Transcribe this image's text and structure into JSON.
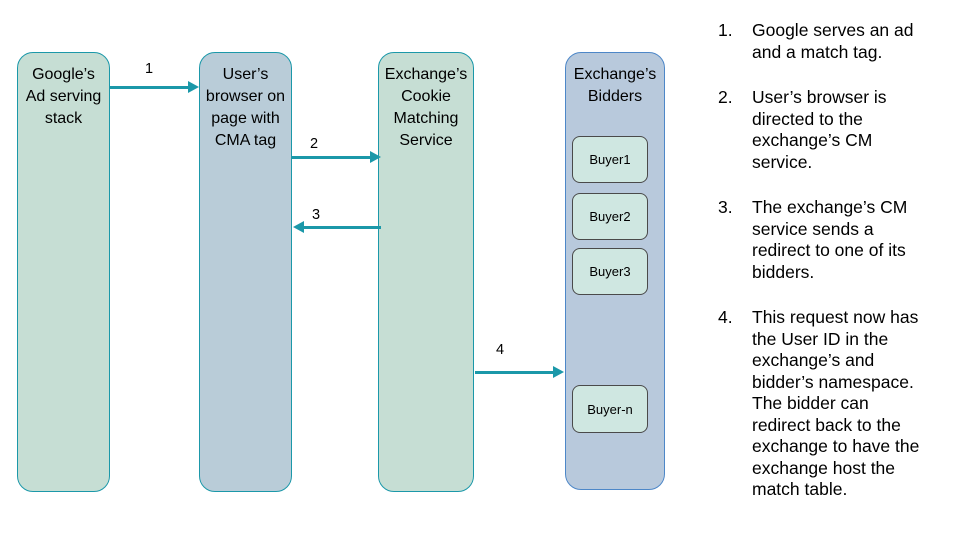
{
  "title": "Cookie matching flow diagram",
  "colors": {
    "teal_border": "#1b98a9",
    "arrow": "#1b98a9",
    "green_node_fill": "#c6ded4",
    "browser_node_fill": "#b9ccd8",
    "bidders_node_fill": "#b8c9dc",
    "bidders_node_border": "#4d87c8",
    "buyer_fill": "#cfe7e1",
    "buyer_border": "#4a4a4a",
    "text": "#000000"
  },
  "diagram": {
    "nodes": [
      {
        "id": "google-ad-serving-stack",
        "label": "Google’s\nAd serving\nstack"
      },
      {
        "id": "users-browser",
        "label": "User’s\nbrowser on\npage with\nCMA tag"
      },
      {
        "id": "exchange-cookie-matching-service",
        "label": "Exchange’s\nCookie\nMatching\nService"
      },
      {
        "id": "exchange-bidders",
        "label": "Exchange’s\nBidders"
      }
    ],
    "buyers": [
      {
        "label": "Buyer1"
      },
      {
        "label": "Buyer2"
      },
      {
        "label": "Buyer3"
      },
      {
        "label": "Buyer-n"
      }
    ],
    "arrows": [
      {
        "label": "1",
        "from": "google-ad-serving-stack",
        "to": "users-browser",
        "direction": "right"
      },
      {
        "label": "2",
        "from": "users-browser",
        "to": "exchange-cookie-matching-service",
        "direction": "right"
      },
      {
        "label": "3",
        "from": "exchange-cookie-matching-service",
        "to": "users-browser",
        "direction": "left"
      },
      {
        "label": "4",
        "from": "exchange-cookie-matching-service",
        "to": "exchange-bidders",
        "direction": "right"
      }
    ]
  },
  "notes": {
    "items": [
      {
        "number": "1.",
        "text": "Google serves an ad\nand a match tag."
      },
      {
        "number": "2.",
        "text": "User’s browser is\ndirected to the\nexchange’s CM\nservice."
      },
      {
        "number": "3.",
        "text": "The exchange’s CM\nservice sends a\nredirect to one of its\nbidders."
      },
      {
        "number": "4.",
        "text": "This request now has\nthe User ID in the\nexchange’s and\nbidder’s namespace.\nThe bidder can\nredirect back to the\nexchange to have the\nexchange host the\nmatch table."
      }
    ]
  }
}
